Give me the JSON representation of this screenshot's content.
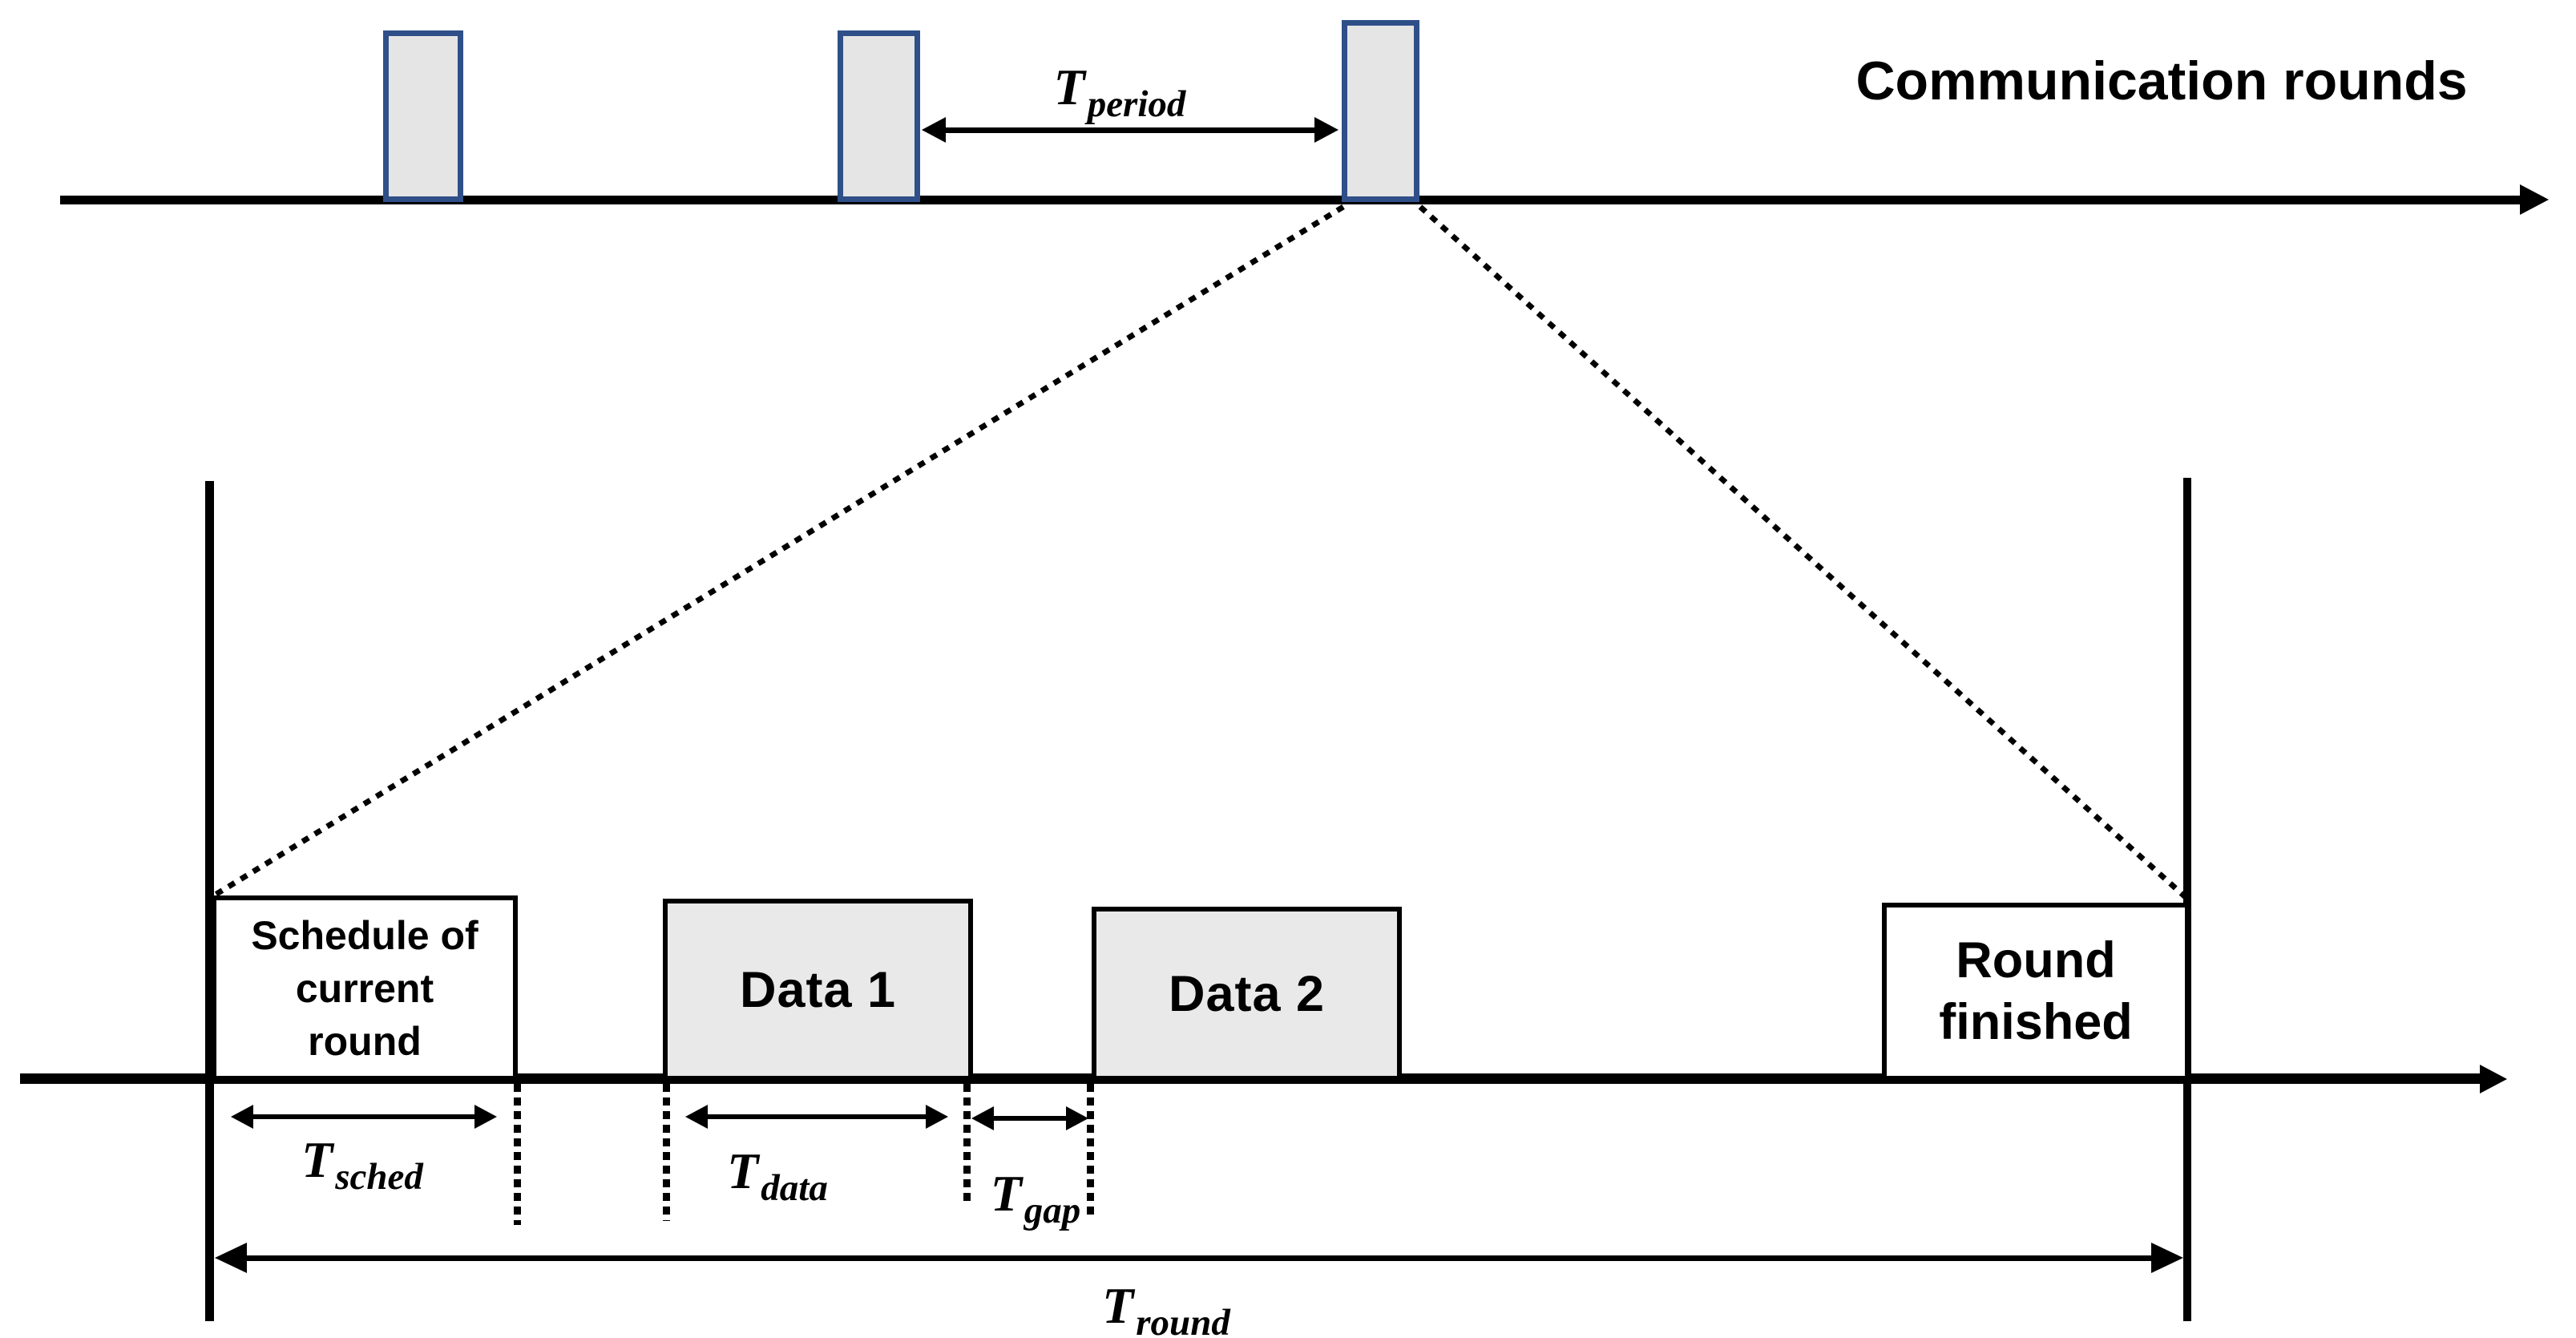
{
  "colors": {
    "pulse_border": "#2F4F88",
    "pulse_fill": "#E5E5E5",
    "data_box_fill": "#E9E9E9",
    "line_color": "#000000",
    "background": "#FFFFFF"
  },
  "top": {
    "title": "Communication rounds",
    "period_label": {
      "base": "T",
      "sub": "period"
    },
    "pulse_count": 3
  },
  "bottom": {
    "schedule_box": {
      "line1": "Schedule of",
      "line2": "current",
      "line3": "round"
    },
    "data1_box": {
      "label": "Data 1"
    },
    "data2_box": {
      "label": "Data 2"
    },
    "round_finished_box": {
      "line1": "Round",
      "line2": "finished"
    },
    "t_sched": {
      "base": "T",
      "sub": "sched"
    },
    "t_data": {
      "base": "T",
      "sub": "data"
    },
    "t_gap": {
      "base": "T",
      "sub": "gap"
    },
    "t_round": {
      "base": "T",
      "sub": "round"
    }
  }
}
